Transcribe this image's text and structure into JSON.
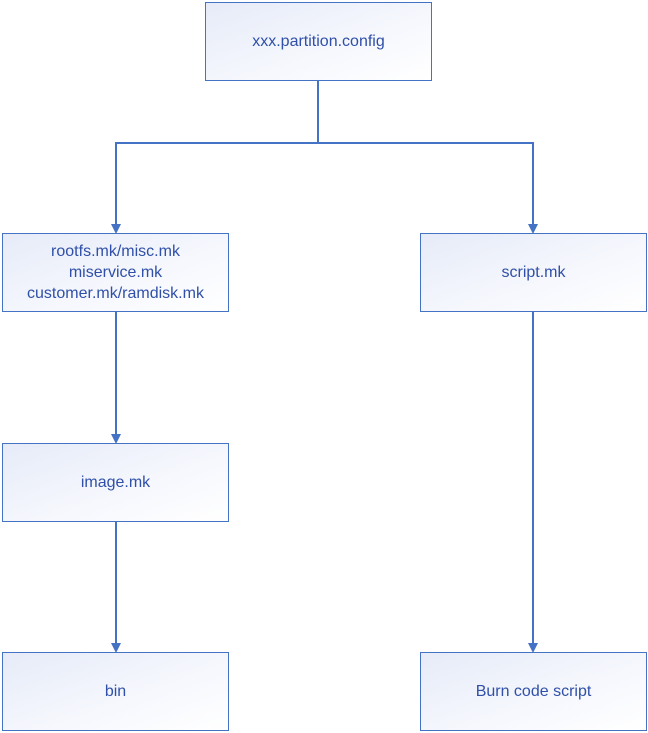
{
  "diagram": {
    "colors": {
      "stroke": "#4472c4",
      "text": "#2f4fa8",
      "fill_light": "#f5f7fd",
      "fill_dark": "#e6ebf8"
    },
    "nodes": {
      "config": {
        "label": "xxx.partition.config"
      },
      "mk": {
        "line1": "rootfs.mk/misc.mk",
        "line2": "miservice.mk",
        "line3": "customer.mk/ramdisk.mk"
      },
      "script": {
        "label": "script.mk"
      },
      "image": {
        "label": "image.mk"
      },
      "bin": {
        "label": "bin"
      },
      "burn": {
        "label": "Burn code script"
      }
    },
    "edges": [
      {
        "from": "config",
        "to": "mk"
      },
      {
        "from": "config",
        "to": "script"
      },
      {
        "from": "mk",
        "to": "image"
      },
      {
        "from": "image",
        "to": "bin"
      },
      {
        "from": "script",
        "to": "burn"
      }
    ]
  }
}
